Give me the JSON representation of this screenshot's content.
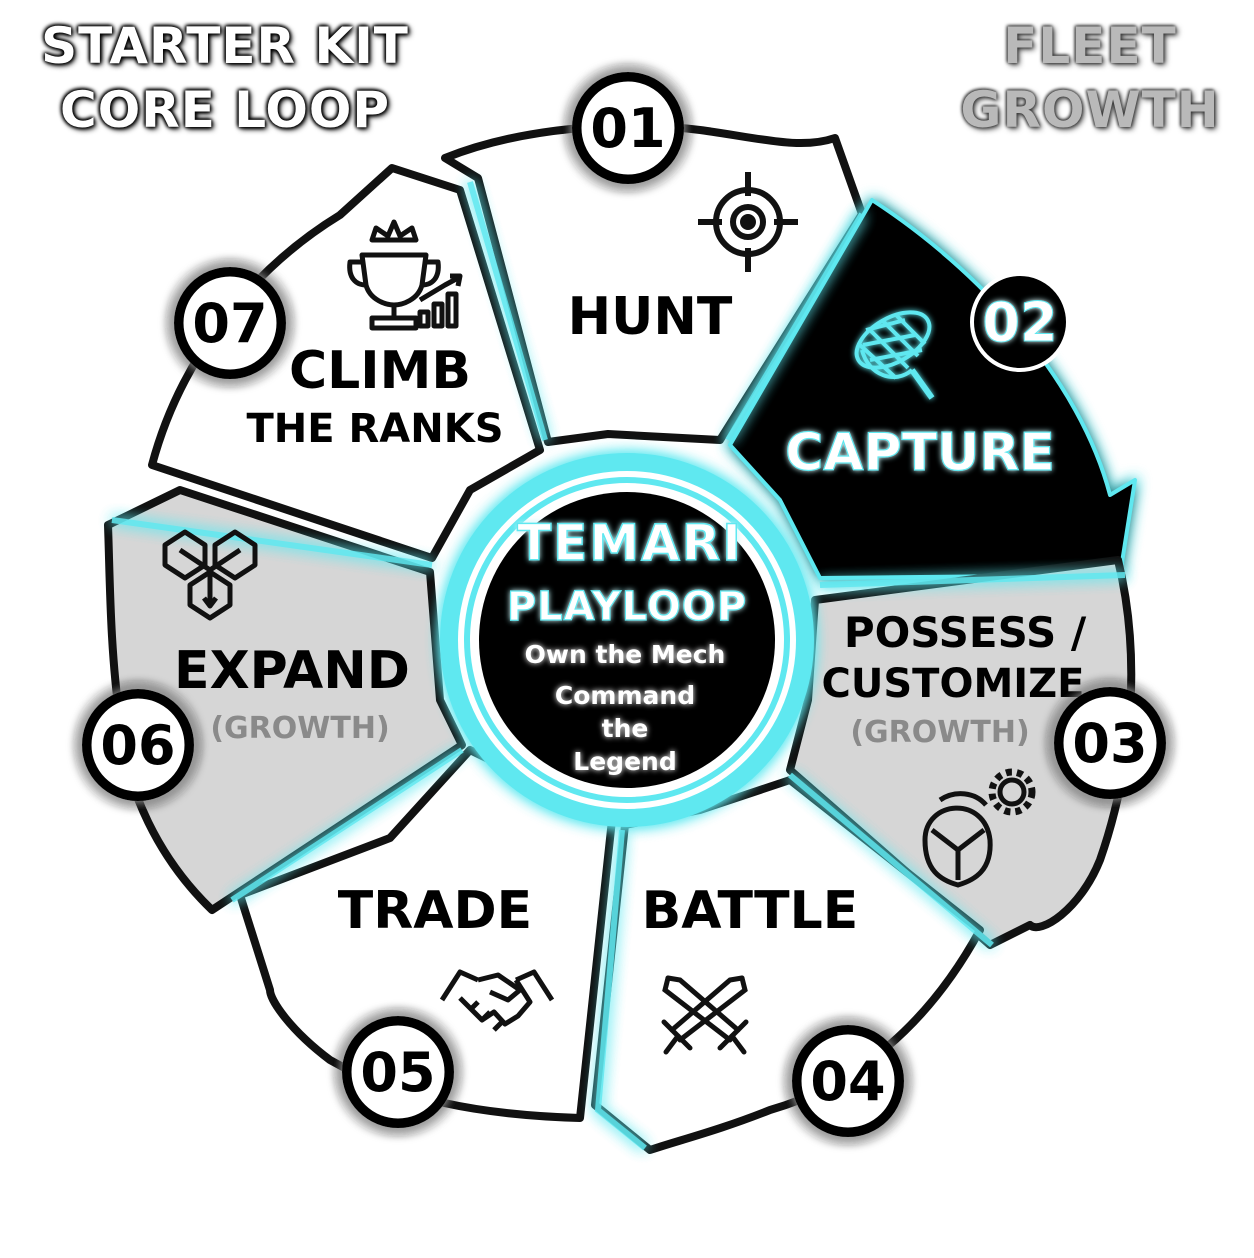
{
  "corners": {
    "left": [
      "STARTER KIT",
      "CORE LOOP"
    ],
    "right": [
      "FLEET",
      "GROWTH"
    ]
  },
  "center": {
    "title": "TEMARI",
    "subtitle": "PLAYLOOP",
    "tagline": [
      "Own the Mech",
      "Command",
      "the",
      "Legend"
    ]
  },
  "steps": [
    {
      "number": "01",
      "label": [
        "HUNT"
      ],
      "tag": "",
      "icon": "crosshair-icon"
    },
    {
      "number": "02",
      "label": [
        "CAPTURE"
      ],
      "tag": "",
      "icon": "capture-net-icon"
    },
    {
      "number": "03",
      "label": [
        "POSSESS /",
        "CUSTOMIZE"
      ],
      "tag": "(GROWTH)",
      "icon": "helmet-gear-icon"
    },
    {
      "number": "04",
      "label": [
        "BATTLE"
      ],
      "tag": "",
      "icon": "crossed-swords-icon"
    },
    {
      "number": "05",
      "label": [
        "TRADE"
      ],
      "tag": "",
      "icon": "handshake-icon"
    },
    {
      "number": "06",
      "label": [
        "EXPAND"
      ],
      "tag": "(GROWTH)",
      "icon": "expand-hexagons-icon"
    },
    {
      "number": "07",
      "label": [
        "CLIMB",
        "THE RANKS"
      ],
      "tag": "",
      "icon": "trophy-chart-icon"
    }
  ],
  "colors": {
    "glow": "#5fe8f0",
    "white_segment": "#ffffff",
    "grey_segment": "#d6d6d6",
    "black_segment": "#000000",
    "capture_text": "#ffffff",
    "growth_tag": "#8a8a8a"
  }
}
